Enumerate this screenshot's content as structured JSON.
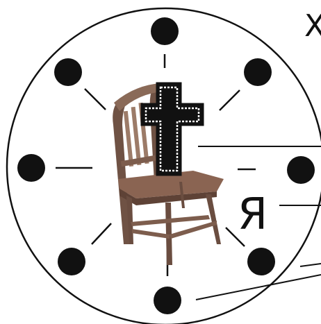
{
  "labels": {
    "corner": "X",
    "ya": "Я"
  },
  "icons": {
    "dial": "clock-face-icon",
    "chair": "wooden-chair-icon",
    "cross": "cross-icon"
  },
  "colors": {
    "ink": "#111111",
    "chair_wood": "#7a5a4a",
    "chair_light": "#a98876",
    "cross_fill": "#111111",
    "cross_outline": "#ffffff",
    "background": "#ffffff"
  },
  "dial": {
    "dot_count": 8
  }
}
